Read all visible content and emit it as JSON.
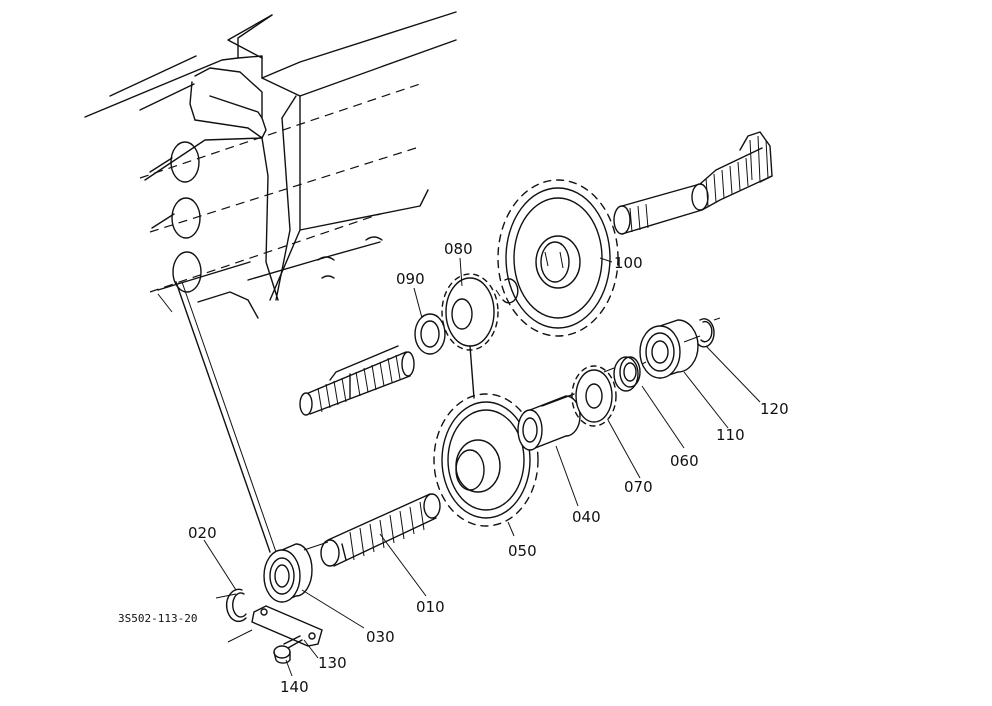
{
  "drawing_ref": "3S502-113-20",
  "parts": [
    {
      "id": "010"
    },
    {
      "id": "020"
    },
    {
      "id": "030"
    },
    {
      "id": "040"
    },
    {
      "id": "050"
    },
    {
      "id": "060"
    },
    {
      "id": "070"
    },
    {
      "id": "080"
    },
    {
      "id": "090"
    },
    {
      "id": "100"
    },
    {
      "id": "110"
    },
    {
      "id": "120"
    },
    {
      "id": "130"
    },
    {
      "id": "140"
    }
  ]
}
